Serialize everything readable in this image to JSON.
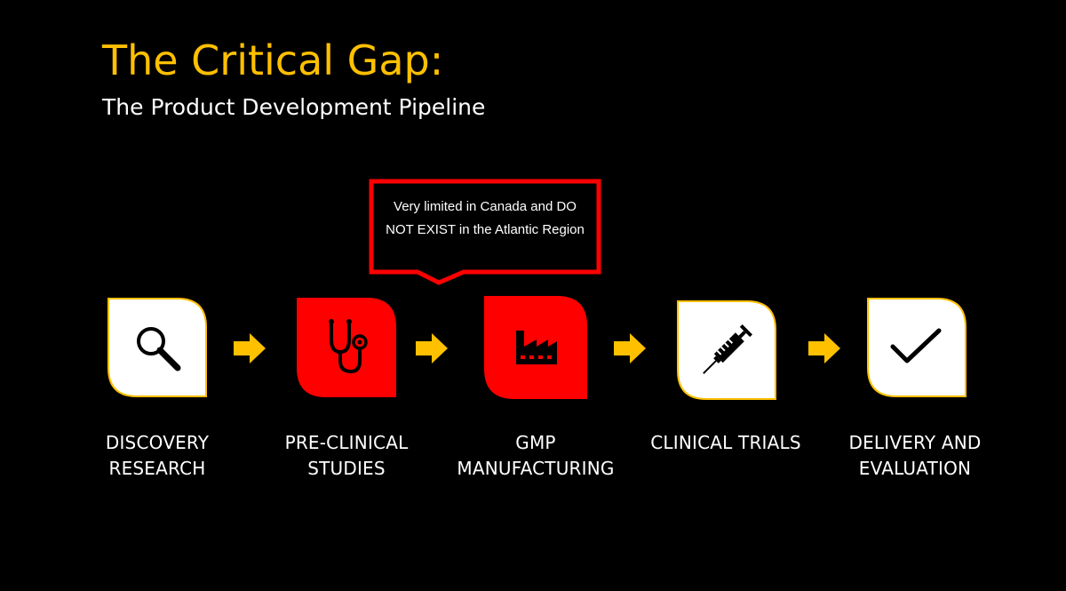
{
  "header": {
    "title": "The Critical Gap:",
    "subtitle": "The Product Development Pipeline"
  },
  "callout": {
    "text": "Very limited in Canada and DO NOT EXIST in the Atlantic Region"
  },
  "colors": {
    "accent_yellow": "#FFC000",
    "highlight_red": "#FF0000",
    "background": "#000000",
    "icon_white": "#FFFFFF"
  },
  "stages": [
    {
      "line1": "DISCOVERY",
      "line2": "RESEARCH",
      "icon": "magnifying-glass-icon",
      "highlighted": false
    },
    {
      "line1": "PRE-CLINICAL",
      "line2": "STUDIES",
      "icon": "stethoscope-icon",
      "highlighted": true
    },
    {
      "line1": "GMP",
      "line2": "MANUFACTURING",
      "icon": "factory-icon",
      "highlighted": true
    },
    {
      "line1": "CLINICAL TRIALS",
      "line2": "",
      "icon": "syringe-icon",
      "highlighted": false
    },
    {
      "line1": "DELIVERY AND",
      "line2": "EVALUATION",
      "icon": "checkmark-icon",
      "highlighted": false
    }
  ]
}
